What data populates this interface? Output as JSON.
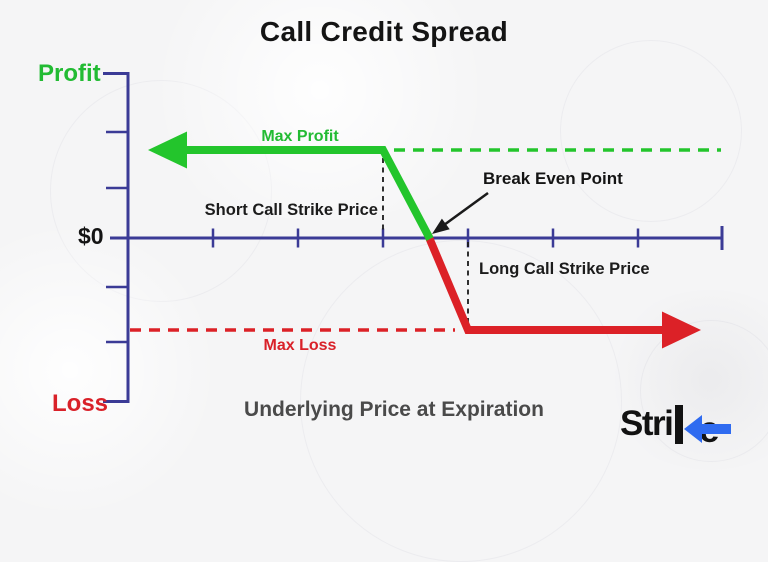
{
  "title": "Call Credit Spread",
  "y_axis": {
    "top": "Profit",
    "bottom": "Loss",
    "zero": "$0"
  },
  "x_axis": {
    "caption": "Underlying Price at Expiration"
  },
  "labels": {
    "max_profit": "Max Profit",
    "max_loss": "Max Loss",
    "short_strike": "Short Call Strike Price",
    "long_strike": "Long Call Strike Price",
    "break_even": "Break Even Point"
  },
  "logo": {
    "prefix": "Stri",
    "suffix_e": "e"
  },
  "colors": {
    "green": "#23c52c",
    "red": "#dc2127",
    "navy": "#3b3b96",
    "black_text": "#141414",
    "caption_gray": "#4a4a4a",
    "background": "#f5f5f6",
    "logo_blue": "#2f6bf0"
  },
  "chart_data": {
    "type": "line",
    "title": "Call Credit Spread",
    "xlabel": "Underlying Price at Expiration",
    "ylabel": "Profit / Loss",
    "x_axis_numeric": false,
    "y_zero_label": "$0",
    "grid": false,
    "legend": false,
    "series": [
      {
        "name": "Profit segment (green)",
        "color": "#23c52c",
        "description": "Payoff is flat at Max Profit for all prices below the Short Call Strike Price, then declines linearly to $0 at the Break Even Point; drawn with a left-pointing arrow.",
        "points": [
          {
            "x": "far below strikes",
            "y": "Max Profit"
          },
          {
            "x": "Short Call Strike Price",
            "y": "Max Profit"
          },
          {
            "x": "Break Even Point",
            "y": "$0"
          }
        ]
      },
      {
        "name": "Loss segment (red)",
        "color": "#dc2127",
        "description": "Payoff declines linearly from $0 at the Break Even Point to Max Loss at the Long Call Strike Price, then stays flat; drawn with a right-pointing arrow.",
        "points": [
          {
            "x": "Break Even Point",
            "y": "$0"
          },
          {
            "x": "Long Call Strike Price",
            "y": "Max Loss"
          },
          {
            "x": "far above strikes",
            "y": "Max Loss"
          }
        ]
      }
    ],
    "reference_lines": [
      {
        "name": "Max Profit level",
        "style": "green dashed horizontal",
        "from": "Short Call Strike Price",
        "to": "right edge"
      },
      {
        "name": "Max Loss level",
        "style": "red dashed horizontal",
        "from": "y-axis",
        "to": "Long Call Strike Price"
      },
      {
        "name": "Short Call Strike Price",
        "style": "black dashed vertical",
        "from": "Max Profit level",
        "to": "$0 axis"
      },
      {
        "name": "Long Call Strike Price",
        "style": "black dashed vertical",
        "from": "$0 axis",
        "to": "Max Loss level"
      }
    ],
    "annotations": [
      {
        "text": "Break Even Point",
        "arrow_to": "intersection of payoff line with $0 axis"
      }
    ],
    "x_ticks_unlabeled_count": 7
  }
}
